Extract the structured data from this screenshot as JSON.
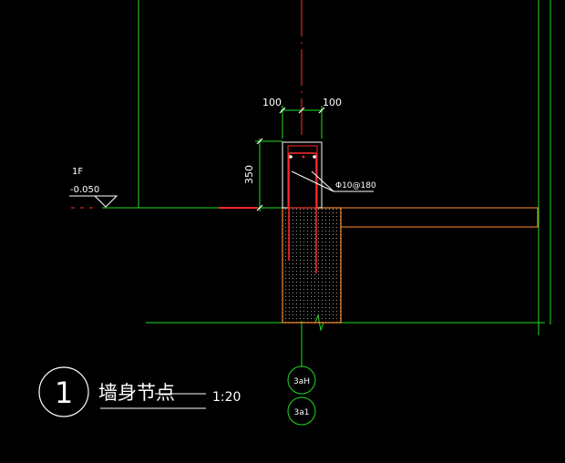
{
  "drawing": {
    "dim_width_left": "100",
    "dim_width_right": "100",
    "dim_height": "350",
    "rebar_label": "Φ10@180",
    "level_name": "1F",
    "level_value": "-0.050",
    "detail_number": "1",
    "detail_title": "墙身节点",
    "scale": "1:20",
    "axis_top": "3aH",
    "axis_bottom": "3a1"
  },
  "colors": {
    "background": "#000000",
    "line_green": "#22dd22",
    "line_red": "#ff2a2a",
    "line_orange": "#ff8a2a",
    "line_white": "#ffffff",
    "hatch": "#bdbdbd"
  }
}
